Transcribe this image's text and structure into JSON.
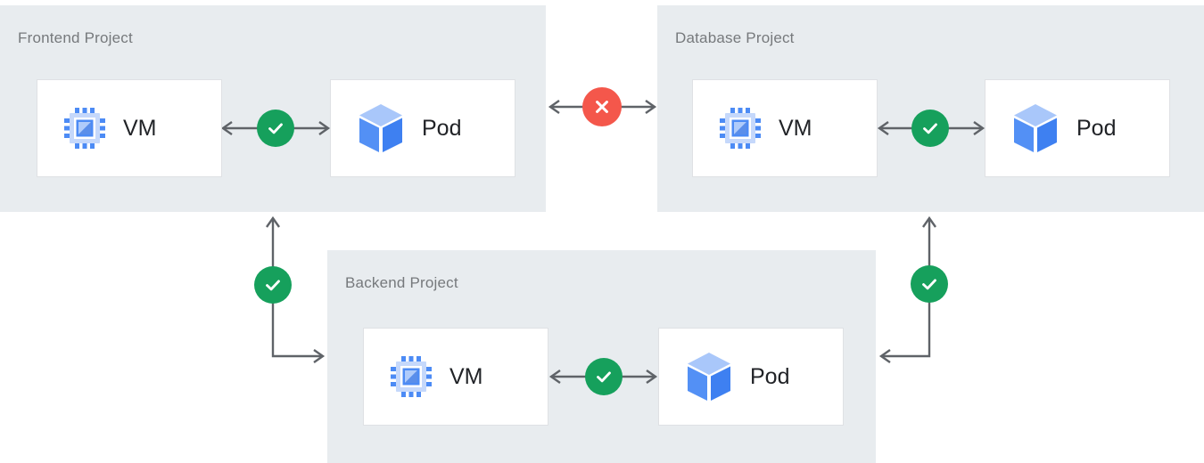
{
  "diagram": {
    "projects": [
      {
        "id": "frontend",
        "label": "Frontend Project"
      },
      {
        "id": "database",
        "label": "Database Project"
      },
      {
        "id": "backend",
        "label": "Backend Project"
      }
    ],
    "node_labels": {
      "vm": "VM",
      "pod": "Pod"
    },
    "connections": [
      {
        "from": "frontend-vm",
        "to": "frontend-pod",
        "status": "allowed"
      },
      {
        "from": "database-vm",
        "to": "database-pod",
        "status": "allowed"
      },
      {
        "from": "backend-vm",
        "to": "backend-pod",
        "status": "allowed"
      },
      {
        "from": "frontend-project",
        "to": "database-project",
        "status": "blocked"
      },
      {
        "from": "frontend-project",
        "to": "backend-project",
        "status": "allowed"
      },
      {
        "from": "database-project",
        "to": "backend-project",
        "status": "allowed"
      }
    ],
    "icons": {
      "vm": "compute-engine-chip-icon",
      "pod": "pod-cube-icon",
      "allowed": "check-icon",
      "blocked": "cross-icon"
    },
    "colors": {
      "project_background": "#E8ECEF",
      "node_background": "#FFFFFF",
      "node_border": "#DFE1E4",
      "project_label_text": "#76797C",
      "node_text": "#212327",
      "arrow": "#5F6368",
      "allowed_green": "#16A05C",
      "blocked_red": "#F4574B",
      "icon_blue": "#4C8BF5",
      "icon_light_blue": "#A9C7FA"
    }
  }
}
